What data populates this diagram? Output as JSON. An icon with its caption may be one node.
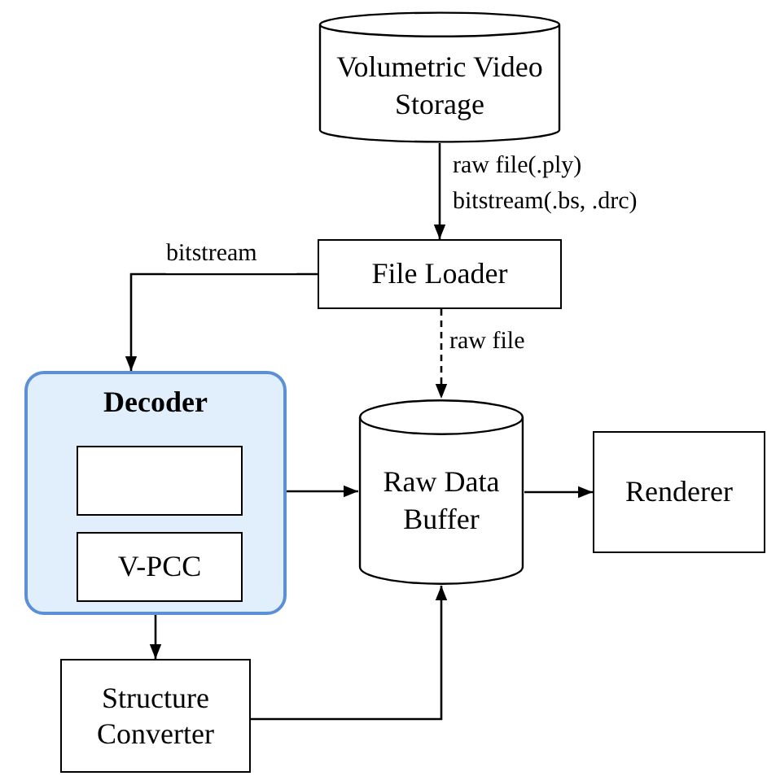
{
  "diagram": {
    "nodes": [
      {
        "text": [
          "Volumetric Video Storage"
        ]
      },
      {
        "text": [
          "File Loader"
        ]
      },
      {
        "text": [
          "Decoder"
        ]
      },
      {
        "text": [],
        "shape": "box",
        "in": 2
      },
      {
        "text": [
          "V-PCC"
        ],
        "in": 2
      },
      {
        "text": [
          "Raw Data Buffer"
        ]
      },
      {
        "text": [
          "Renderer"
        ]
      },
      {
        "text": [
          "Structure Converter"
        ]
      }
    ],
    "edges": [
      {
        "from": 0,
        "to": 1,
        "arrow": "to",
        "label": "raw file(.ply) bitstream(.bs, .drc)"
      },
      {
        "from": 1,
        "to": 2,
        "arrow": "to",
        "label": "bitstream"
      },
      {
        "from": 1,
        "to": 5,
        "arrow": "to",
        "label": "raw file",
        "style": "dashed"
      },
      {
        "from": 2,
        "to": 5,
        "arrow": "to"
      },
      {
        "from": 5,
        "to": 6,
        "arrow": "to"
      },
      {
        "from": 2,
        "to": 7,
        "arrow": "to"
      },
      {
        "from": 7,
        "to": 5,
        "arrow": "to"
      }
    ]
  }
}
